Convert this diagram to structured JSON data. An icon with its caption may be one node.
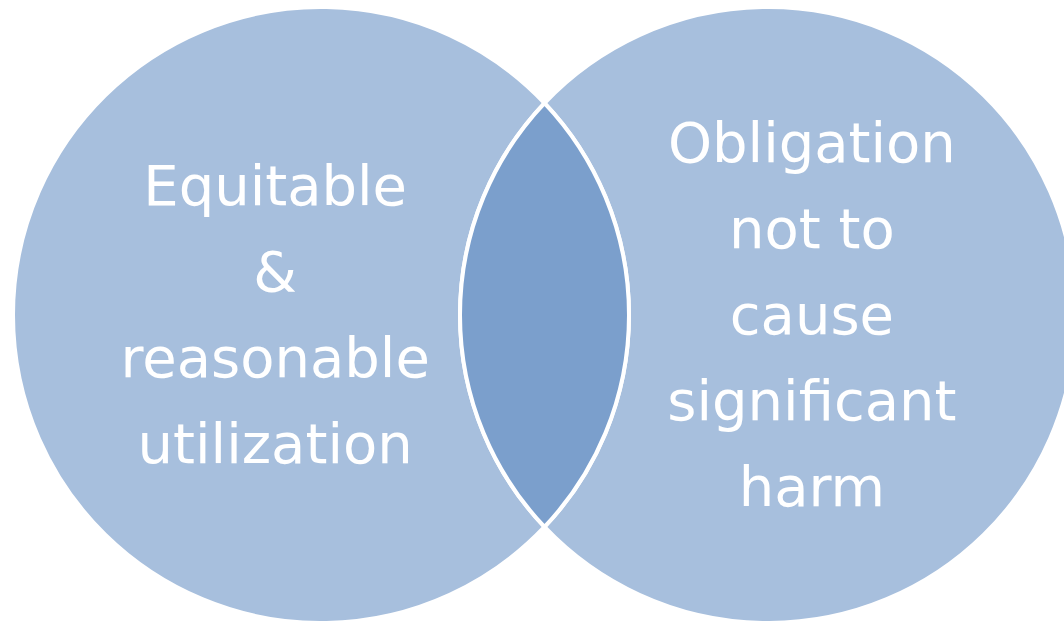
{
  "diagram": {
    "nodes": [
      {
        "text": [
          "Equitable & reasonable utilization"
        ]
      },
      {
        "text": [
          "Obligation not to cause significant harm"
        ]
      },
      {
        "text": [],
        "shape": "lens"
      }
    ]
  }
}
